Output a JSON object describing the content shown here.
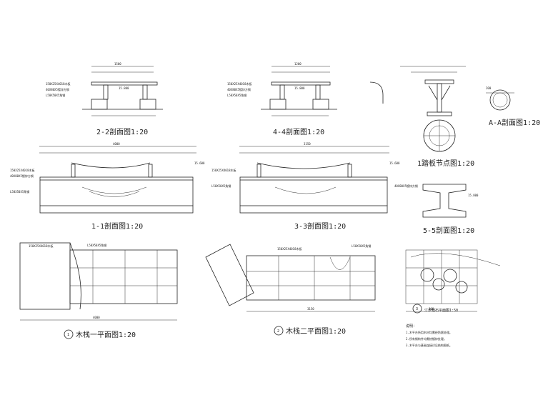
{
  "drawing": {
    "colors": {
      "ink": "#222222",
      "paper": "#ffffff",
      "hatch": "#444444"
    },
    "views": {
      "section_2_2": {
        "title": "2-2剖面图1:20"
      },
      "section_4_4": {
        "title": "4-4剖面图1:20"
      },
      "anchor_profile": {
        "title": "1踏板节点图1:20"
      },
      "detail_a_a": {
        "title": "A-A剖面图1:20"
      },
      "section_1_1": {
        "title": "1-1剖面图1:20"
      },
      "section_3_3": {
        "title": "3-3剖面图1:20"
      },
      "section_5_5": {
        "title": "5-5剖面图1:20"
      },
      "plan_1": {
        "title": "木栈一平面图1:20",
        "number": "1"
      },
      "plan_2": {
        "title": "木栈二平面图1:20",
        "number": "2"
      },
      "plan_3": {
        "title": "汀步踏石平面图1:50",
        "number": "3"
      }
    },
    "dimensions": {
      "d1500": "1500",
      "d4000": "4000",
      "d1200": "1200",
      "d3150": "3150",
      "d200": "200",
      "d900": "900"
    },
    "labels": {
      "board": "150X25X4018木板",
      "joist": "L50X50X5角钢",
      "beam": "40X80X5镀锌方钢",
      "elev": "15.800",
      "elev2": "15.600"
    },
    "notes": {
      "head": "说明：",
      "n1": "1.木平台所用木材均需经防腐处理。",
      "n2": "2.所有钢构件均需热镀锌处理。",
      "n3": "3.木平台与基础连接详见结构图纸。"
    }
  }
}
